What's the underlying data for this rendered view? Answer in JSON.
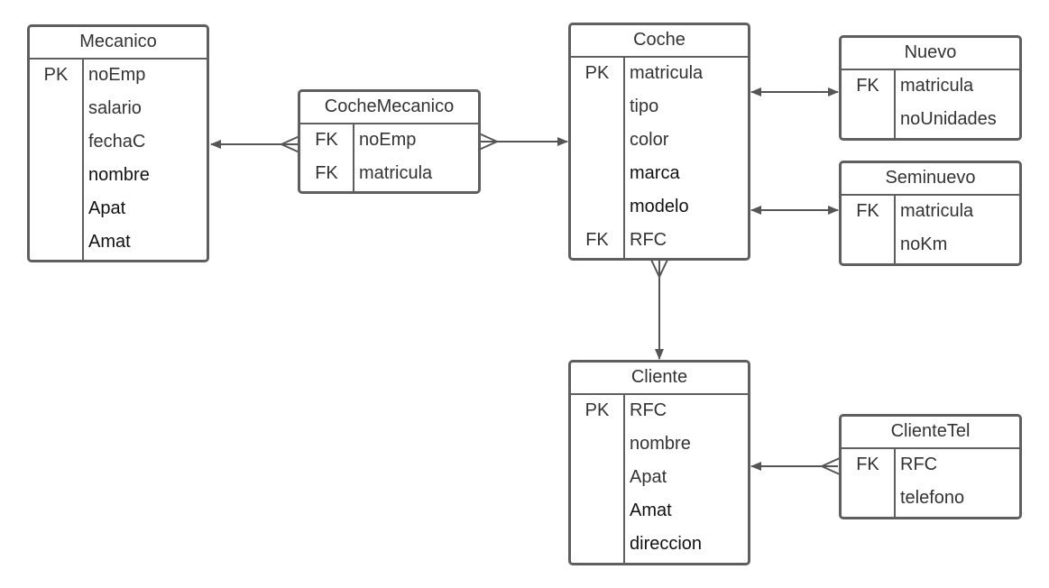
{
  "entities": {
    "mecanico": {
      "title": "Mecanico",
      "rows": [
        {
          "key": "PK",
          "field": "noEmp"
        },
        {
          "key": "",
          "field": "salario"
        },
        {
          "key": "",
          "field": "fechaC"
        },
        {
          "key": "",
          "field": "nombre"
        },
        {
          "key": "",
          "field": "Apat"
        },
        {
          "key": "",
          "field": "Amat"
        }
      ]
    },
    "cochemecanico": {
      "title": "CocheMecanico",
      "rows": [
        {
          "key": "FK",
          "field": "noEmp"
        },
        {
          "key": "FK",
          "field": "matricula"
        }
      ]
    },
    "coche": {
      "title": "Coche",
      "rows": [
        {
          "key": "PK",
          "field": "matricula"
        },
        {
          "key": "",
          "field": "tipo"
        },
        {
          "key": "",
          "field": "color"
        },
        {
          "key": "",
          "field": "marca"
        },
        {
          "key": "",
          "field": "modelo"
        },
        {
          "key": "FK",
          "field": "RFC"
        }
      ]
    },
    "nuevo": {
      "title": "Nuevo",
      "rows": [
        {
          "key": "FK",
          "field": "matricula"
        },
        {
          "key": "",
          "field": "noUnidades"
        }
      ]
    },
    "seminuevo": {
      "title": "Seminuevo",
      "rows": [
        {
          "key": "FK",
          "field": "matricula"
        },
        {
          "key": "",
          "field": "noKm"
        }
      ]
    },
    "cliente": {
      "title": "Cliente",
      "rows": [
        {
          "key": "PK",
          "field": "RFC"
        },
        {
          "key": "",
          "field": "nombre"
        },
        {
          "key": "",
          "field": "Apat"
        },
        {
          "key": "",
          "field": "Amat"
        },
        {
          "key": "",
          "field": "direccion"
        }
      ]
    },
    "clientetel": {
      "title": "ClienteTel",
      "rows": [
        {
          "key": "FK",
          "field": "RFC"
        },
        {
          "key": "",
          "field": "telefono"
        }
      ]
    }
  }
}
